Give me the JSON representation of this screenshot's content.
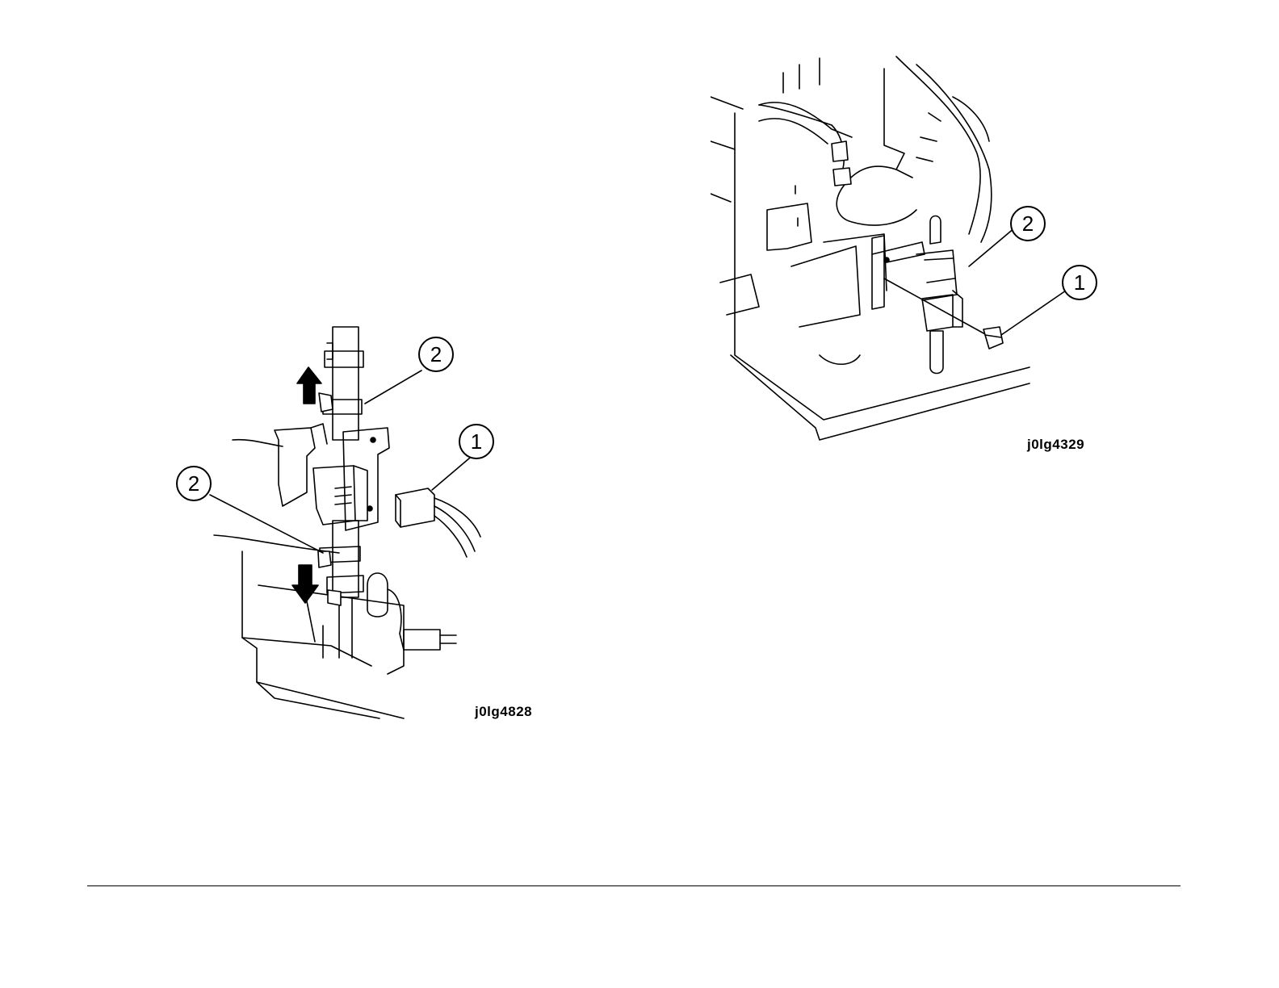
{
  "figures": [
    {
      "id": "j0lg4828",
      "callouts": [
        "2",
        "1",
        "2"
      ]
    },
    {
      "id": "j0lg4329",
      "callouts": [
        "2",
        "1"
      ]
    }
  ]
}
